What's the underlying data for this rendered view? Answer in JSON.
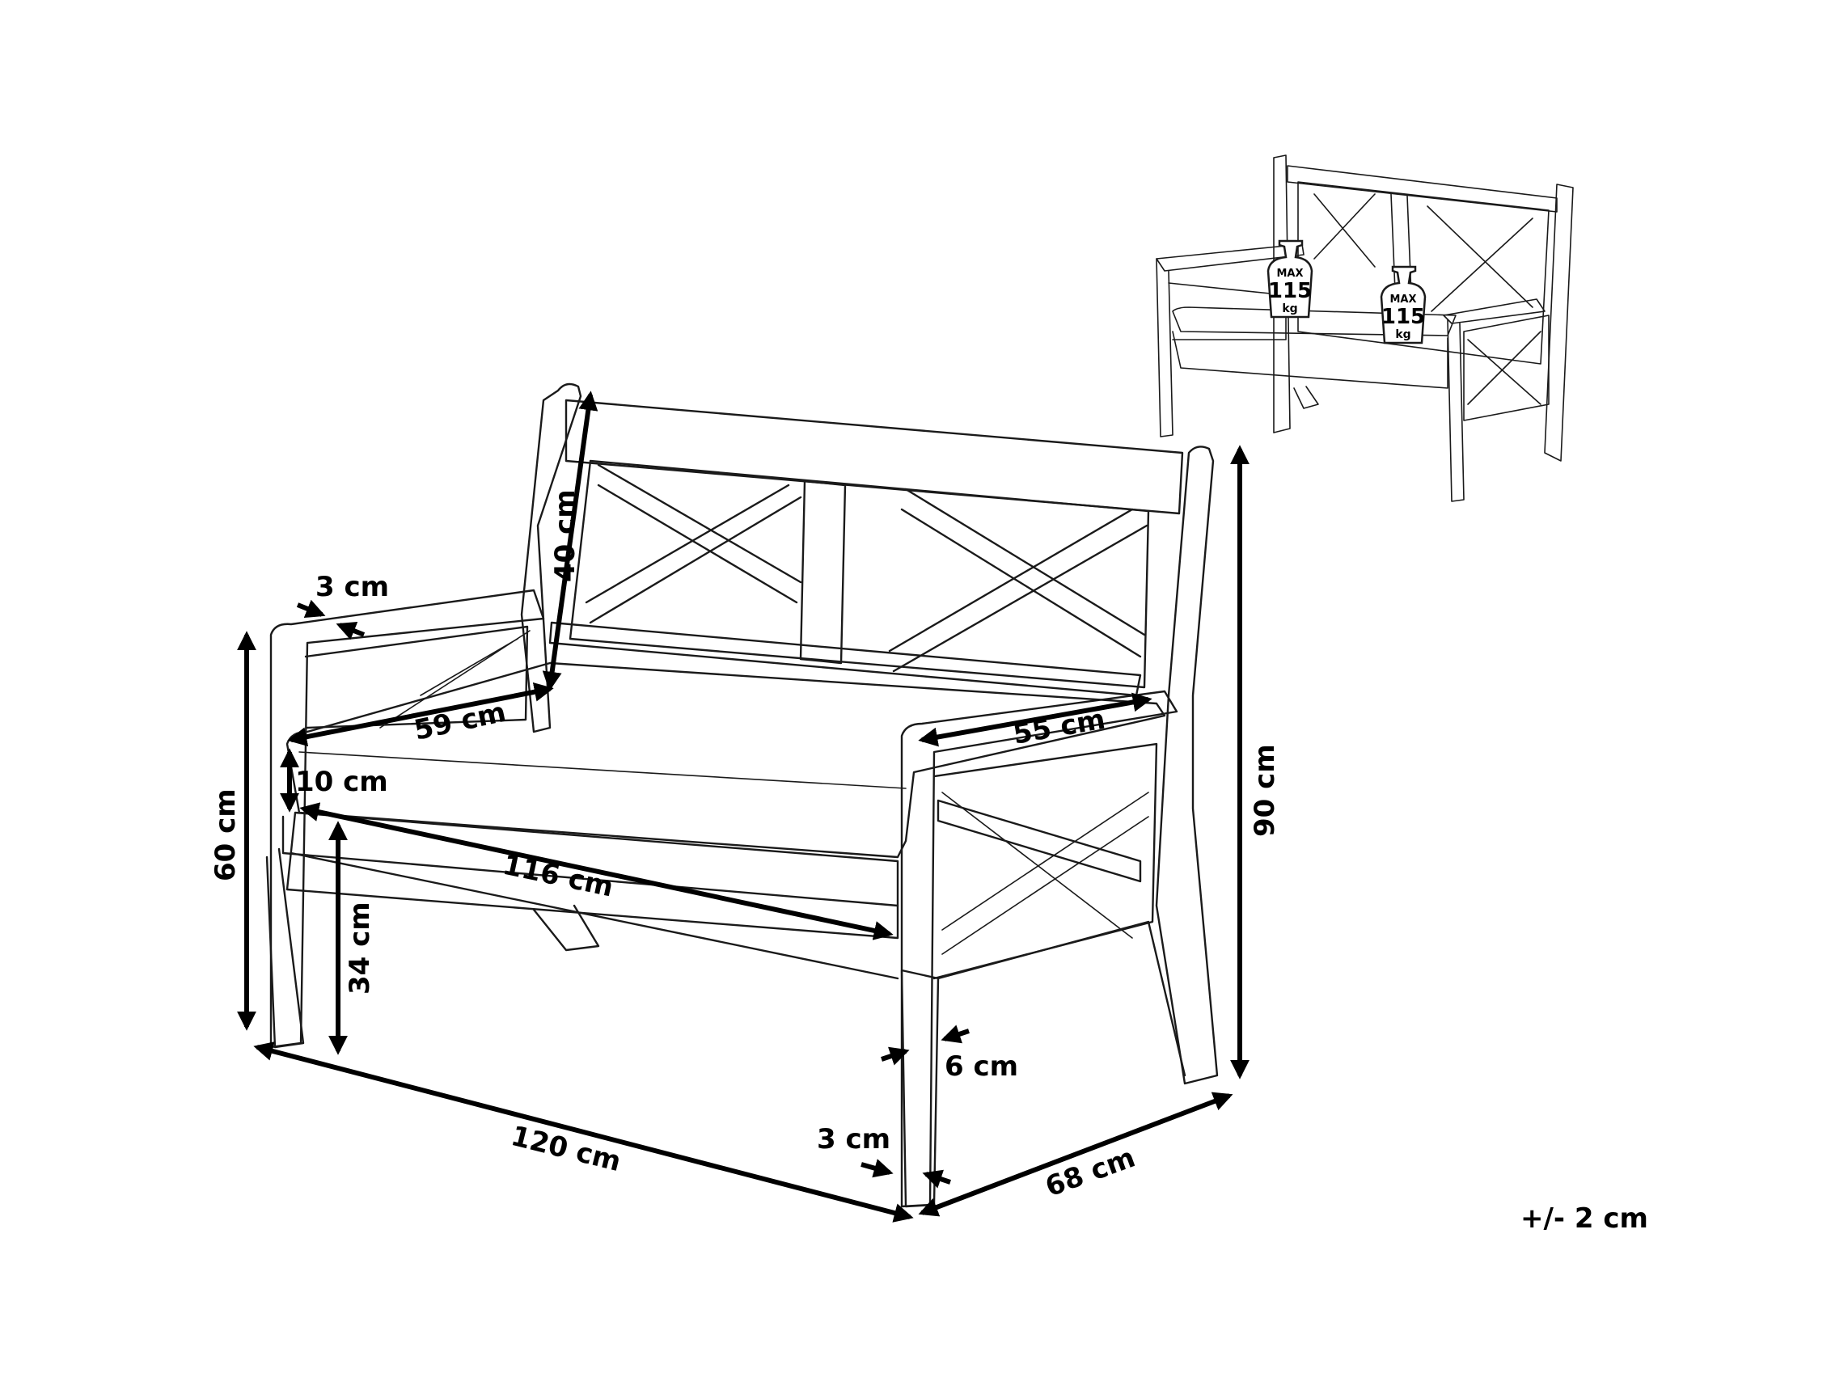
{
  "dimensions": {
    "armrest_thickness": "3 cm",
    "back_height": "40 cm",
    "seat_depth": "59 cm",
    "armrest_length": "55 cm",
    "cushion_thickness": "10 cm",
    "arm_height": "60 cm",
    "seat_width": "116 cm",
    "seat_height": "34 cm",
    "total_height": "90 cm",
    "total_width": "120 cm",
    "total_depth": "68 cm",
    "leg_thickness": "6 cm",
    "leg_width": "3 cm"
  },
  "tolerance": "+/- 2 cm",
  "load_badges": [
    {
      "max": "MAX",
      "value": "115",
      "unit": "kg"
    },
    {
      "max": "MAX",
      "value": "115",
      "unit": "kg"
    }
  ]
}
